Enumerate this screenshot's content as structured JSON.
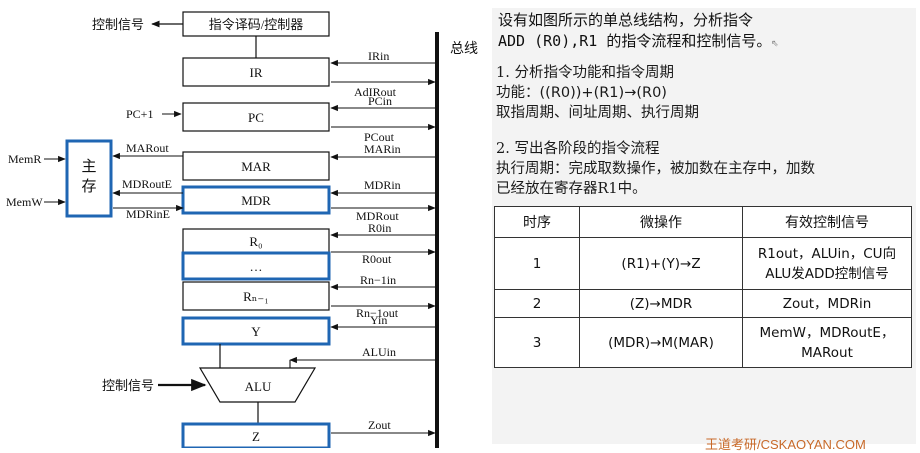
{
  "diagram": {
    "bus_label": "总线",
    "control_signal_top": "控制信号",
    "control_signal_alu": "控制信号",
    "memory_label_1": "主",
    "memory_label_2": "存",
    "blocks": {
      "decoder": "指令译码/控制器",
      "ir": "IR",
      "pc": "PC",
      "mar": "MAR",
      "mdr": "MDR",
      "r0": "R₀",
      "ellipsis": "…",
      "rn1": "Rₙ₋₁",
      "y": "Y",
      "alu": "ALU",
      "z": "Z"
    },
    "signals": {
      "irin": "IRin",
      "adirout": "AdIRout",
      "pc_plus1": "PC+1",
      "pcin": "PCin",
      "pcout": "PCout",
      "marin": "MARin",
      "marout": "MARout",
      "mdrin": "MDRin",
      "mdrout": "MDRout",
      "mdroute": "MDRoutE",
      "mdrine": "MDRinE",
      "memr": "MemR",
      "memw": "MemW",
      "r0in": "R0in",
      "r0out": "R0out",
      "rn1in": "Rn−1in",
      "rn1out": "Rn−1out",
      "yin": "Yin",
      "aluin": "ALUin",
      "zout": "Zout"
    }
  },
  "question": {
    "line1": "设有如图所示的单总线结构，分析指令",
    "line2": "ADD (R0),R1 的指令流程和控制信号。"
  },
  "step1": {
    "heading": "1. 分析指令功能和指令周期",
    "function": "功能：((R0))+(R1)→(R0)",
    "cycles": "取指周期、间址周期、执行周期"
  },
  "step2": {
    "heading": "2. 写出各阶段的指令流程",
    "desc1": "执行周期：完成取数操作，被加数在主存中，加数",
    "desc2": "已经放在寄存器R1中。"
  },
  "table": {
    "headers": [
      "时序",
      "微操作",
      "有效控制信号"
    ],
    "rows": [
      {
        "seq": "1",
        "op": "(R1)+(Y)→Z",
        "sig1": "R1out，ALUin，CU向",
        "sig2": "ALU发ADD控制信号"
      },
      {
        "seq": "2",
        "op": "(Z)→MDR",
        "sig1": "Zout，MDRin",
        "sig2": ""
      },
      {
        "seq": "3",
        "op": "(MDR)→M(MAR)",
        "sig1": "MemW，MDRoutE，",
        "sig2": "MARout"
      }
    ]
  },
  "watermark": "王道考研/CSKAOYAN.COM",
  "colors": {
    "highlight": "#1f66b3",
    "panel": "#f3f3f3",
    "watermark": "#c86a2a"
  }
}
